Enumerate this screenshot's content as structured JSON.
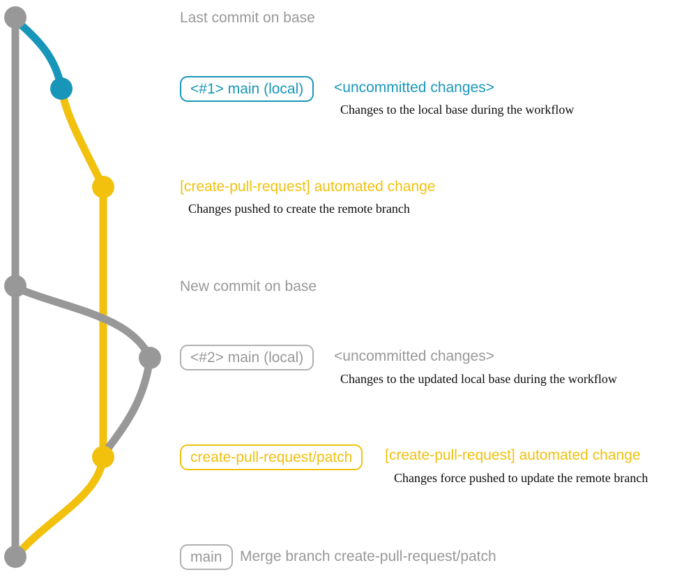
{
  "colors": {
    "gray": "#989898",
    "grayBorder": "#b0b0b0",
    "teal": "#1796ba",
    "yellow": "#f1c10e",
    "ink": "#0a0a0a"
  },
  "graph": {
    "type": "git-branch-diagram",
    "branches": [
      {
        "name": "base",
        "color": "gray"
      },
      {
        "name": "main (local)",
        "color": "teal"
      },
      {
        "name": "create-pull-request/patch",
        "color": "yellow"
      }
    ],
    "commit_dots": [
      {
        "name": "last-commit-on-base",
        "color": "gray"
      },
      {
        "name": "local-main-uncommitted-1",
        "color": "teal"
      },
      {
        "name": "automated-change-push",
        "color": "yellow"
      },
      {
        "name": "new-commit-on-base",
        "color": "gray"
      },
      {
        "name": "local-main-uncommitted-2",
        "color": "gray"
      },
      {
        "name": "automated-change-force-push",
        "color": "yellow"
      },
      {
        "name": "merge-commit",
        "color": "gray"
      }
    ]
  },
  "annotations": {
    "last_commit_label": "Last commit on base",
    "row1_badge": "<#1> main (local)",
    "row1_title": "<uncommitted changes>",
    "row1_desc": "Changes to the local base during the workflow",
    "push1_title": "[create-pull-request] automated change",
    "push1_desc": "Changes pushed to create the remote branch",
    "new_commit_label": "New commit on base",
    "row2_badge": "<#2> main (local)",
    "row2_title": "<uncommitted changes>",
    "row2_desc": "Changes to the updated local base during the workflow",
    "push2_badge": "create-pull-request/patch",
    "push2_title": "[create-pull-request] automated change",
    "push2_desc": "Changes force pushed to update the remote branch",
    "merge_badge": "main",
    "merge_label": "Merge branch create-pull-request/patch"
  }
}
